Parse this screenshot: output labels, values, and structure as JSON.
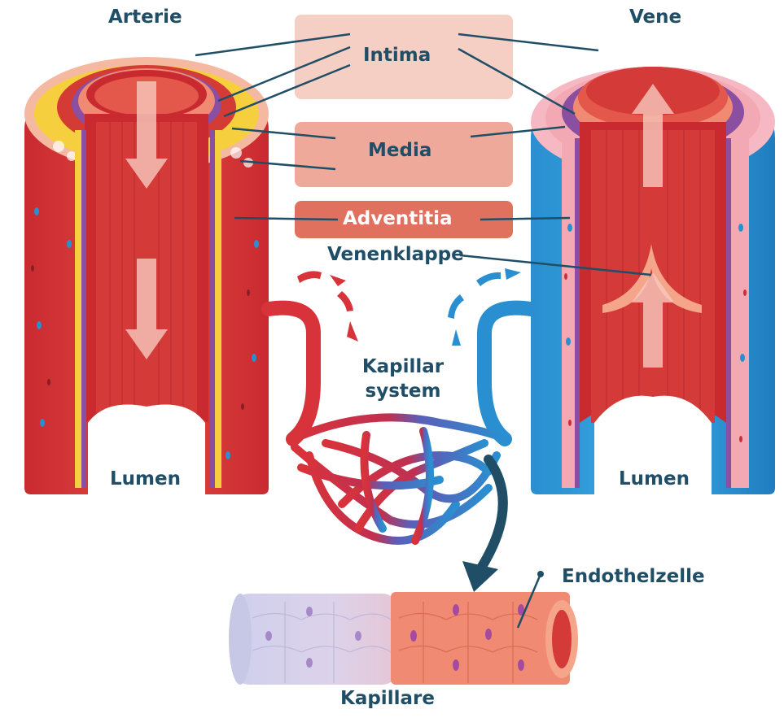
{
  "labels": {
    "artery": "Arterie",
    "vein": "Vene",
    "intima": "Intima",
    "media": "Media",
    "adventitia": "Adventitia",
    "venous_valve": "Venenklappe",
    "capillary_system_line1": "Kapillar",
    "capillary_system_line2": "system",
    "lumen_left": "Lumen",
    "lumen_right": "Lumen",
    "endothelial_cell": "Endothelzelle",
    "capillary": "Kapillare"
  },
  "colors": {
    "label_text": "#1f4e66",
    "artery_red": "#d8333a",
    "artery_inner": "#e4574b",
    "vein_blue": "#2a8fd0",
    "vein_pink": "#f2a9b4",
    "media_purple": "#8a4fa0",
    "adventitia_yellow": "#f6cf3e",
    "intima_box": "#f6cfc4",
    "media_box": "#eea99b",
    "adventitia_box": "#e0715f",
    "leader_line": "#1f4e66"
  }
}
